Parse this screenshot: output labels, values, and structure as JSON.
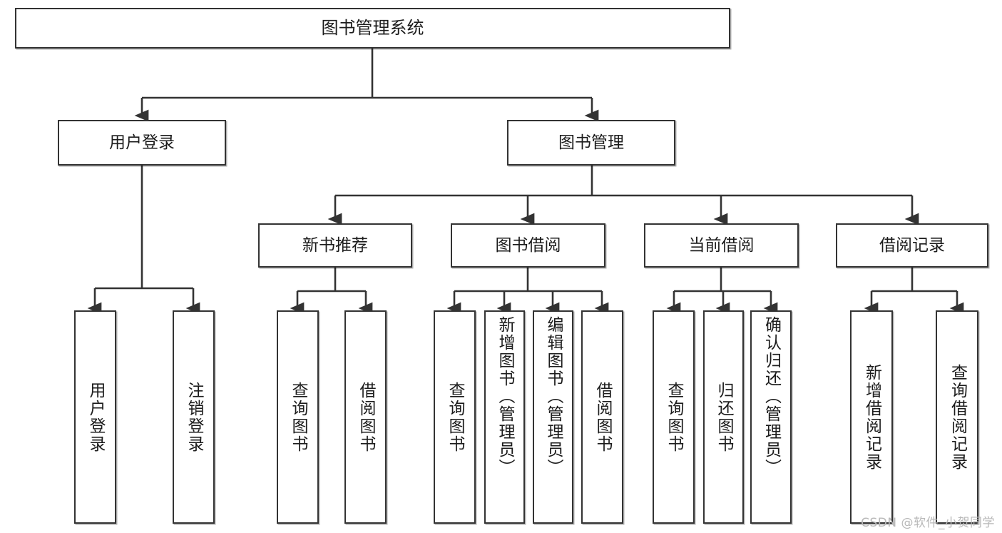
{
  "diagram": {
    "title": "图书管理系统",
    "watermark": "CSDN @软件_小贺同学",
    "colors": {
      "box_border": "#333333",
      "box_fill": "#ffffff",
      "edge": "#333333",
      "text": "#1c1c1c",
      "watermark": "#b8b8b8"
    },
    "nodes": {
      "root": {
        "label": "图书管理系统"
      },
      "level2": [
        {
          "label": "用户登录"
        },
        {
          "label": "图书管理"
        }
      ],
      "level3": [
        {
          "label": "新书推荐"
        },
        {
          "label": "图书借阅"
        },
        {
          "label": "当前借阅"
        },
        {
          "label": "借阅记录"
        }
      ],
      "leaves": [
        {
          "label": "用户登录",
          "parent": "用户登录"
        },
        {
          "label": "注销登录",
          "parent": "用户登录"
        },
        {
          "label": "查询图书",
          "parent": "新书推荐"
        },
        {
          "label": "借阅图书",
          "parent": "新书推荐"
        },
        {
          "label": "查询图书",
          "parent": "图书借阅"
        },
        {
          "label": "新增图书（管理员）",
          "parent": "图书借阅"
        },
        {
          "label": "编辑图书（管理员）",
          "parent": "图书借阅"
        },
        {
          "label": "借阅图书",
          "parent": "图书借阅"
        },
        {
          "label": "查询图书",
          "parent": "当前借阅"
        },
        {
          "label": "归还图书",
          "parent": "当前借阅"
        },
        {
          "label": "确认归还（管理员）",
          "parent": "当前借阅"
        },
        {
          "label": "新增借阅记录",
          "parent": "借阅记录"
        },
        {
          "label": "查询借阅记录",
          "parent": "借阅记录"
        }
      ]
    }
  }
}
